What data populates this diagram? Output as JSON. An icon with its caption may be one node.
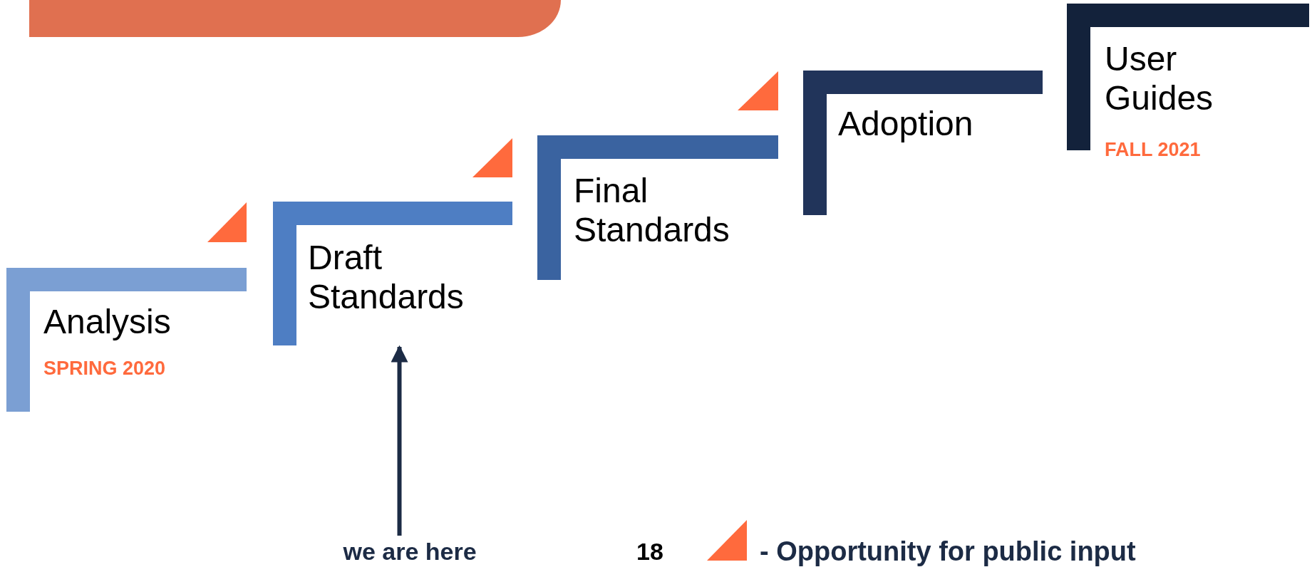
{
  "diagram": {
    "nodes": [
      {
        "text": [
          "Analysis",
          "SPRING 2020"
        ]
      },
      {
        "text": [
          "Draft Standards"
        ]
      },
      {
        "text": [
          "Final Standards"
        ]
      },
      {
        "text": [
          "Adoption"
        ]
      },
      {
        "text": [
          "User Guides",
          "FALL 2021"
        ]
      },
      {
        "text": [
          "we are here"
        ]
      }
    ],
    "edges": [
      {
        "from": 5,
        "to": 1,
        "arrow": "to"
      }
    ],
    "labels": [
      "18"
    ],
    "legend": [
      {
        "text": "- Opportunity for public input"
      }
    ]
  }
}
